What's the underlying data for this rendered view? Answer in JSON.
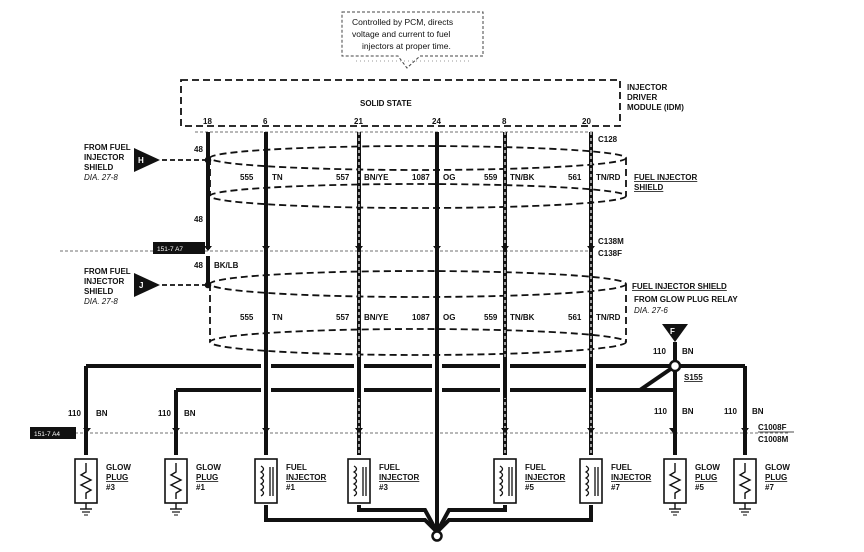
{
  "callout": [
    "Controlled by PCM, directs",
    "voltage and current to fuel",
    "injectors at proper time."
  ],
  "module": {
    "inner": "SOLID STATE",
    "name": [
      "INJECTOR",
      "DRIVER",
      "MODULE (IDM)"
    ]
  },
  "pins": [
    "18",
    "6",
    "21",
    "24",
    "8",
    "20"
  ],
  "connectors": {
    "c128": "C128",
    "c138m": "C138M",
    "c138f": "C138F",
    "c1008f": "C1008F",
    "c1008m": "C1008M"
  },
  "refs": {
    "upper": "151-7 A7",
    "lower": "151-7 A4"
  },
  "drain": {
    "circuit": "48",
    "color": "BK/LB"
  },
  "shields": [
    {
      "letter": "H",
      "l1": "FROM FUEL",
      "l2": "INJECTOR",
      "l3": "SHIELD",
      "dia": "DIA. 27-8"
    },
    {
      "letter": "J",
      "l1": "FROM FUEL",
      "l2": "INJECTOR",
      "l3": "SHIELD",
      "dia": "DIA. 27-8"
    }
  ],
  "shieldTitles": {
    "upper": [
      "FUEL INJECTOR",
      "SHIELD"
    ],
    "lower": "FUEL INJECTOR SHIELD"
  },
  "glowRelay": {
    "letter": "F",
    "label": "FROM GLOW PLUG RELAY",
    "dia": "DIA. 27-6"
  },
  "wires": [
    {
      "num": "555",
      "color": "TN"
    },
    {
      "num": "557",
      "color": "BN/YE"
    },
    {
      "num": "1087",
      "color": "OG"
    },
    {
      "num": "559",
      "color": "TN/BK"
    },
    {
      "num": "561",
      "color": "TN/RD"
    }
  ],
  "glowWire": {
    "num": "110",
    "color": "BN"
  },
  "splice": "S155",
  "components": [
    {
      "type": "glow",
      "name": "GLOW",
      "sub": "PLUG",
      "num": "#3"
    },
    {
      "type": "glow",
      "name": "GLOW",
      "sub": "PLUG",
      "num": "#1"
    },
    {
      "type": "injector",
      "name": "FUEL",
      "sub": "INJECTOR",
      "num": "#1"
    },
    {
      "type": "injector",
      "name": "FUEL",
      "sub": "INJECTOR",
      "num": "#3"
    },
    {
      "type": "injector",
      "name": "FUEL",
      "sub": "INJECTOR",
      "num": "#5"
    },
    {
      "type": "injector",
      "name": "FUEL",
      "sub": "INJECTOR",
      "num": "#7"
    },
    {
      "type": "glow",
      "name": "GLOW",
      "sub": "PLUG",
      "num": "#5"
    },
    {
      "type": "glow",
      "name": "GLOW",
      "sub": "PLUG",
      "num": "#7"
    }
  ]
}
